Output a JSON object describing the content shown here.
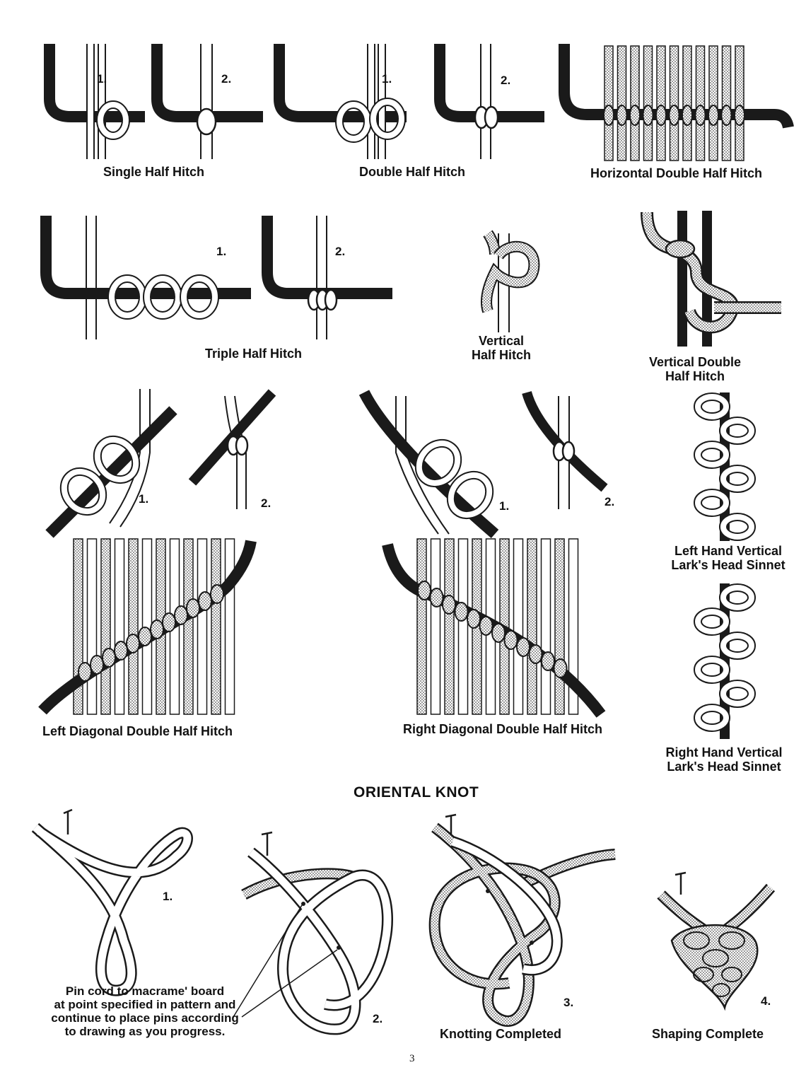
{
  "page_number": "3",
  "colors": {
    "ink": "#1a1a1a",
    "paper": "#ffffff",
    "shade": "#bdbdbd"
  },
  "half_hitches": {
    "single": {
      "label": "Single Half Hitch",
      "steps": [
        "1.",
        "2."
      ]
    },
    "double": {
      "label": "Double Half Hitch",
      "steps": [
        "1.",
        "2."
      ]
    },
    "horizontal_double": {
      "label": "Horizontal Double Half Hitch"
    },
    "triple": {
      "label": "Triple Half Hitch",
      "steps": [
        "1.",
        "2."
      ]
    },
    "vertical": {
      "label_lines": [
        "Vertical",
        "Half Hitch"
      ]
    },
    "vertical_double": {
      "label_lines": [
        "Vertical Double",
        "Half Hitch"
      ]
    }
  },
  "diagonal": {
    "left_steps": [
      "1.",
      "2."
    ],
    "right_steps": [
      "1.",
      "2."
    ],
    "left_label": "Left Diagonal Double Half Hitch",
    "right_label": "Right Diagonal Double Half Hitch"
  },
  "sinnets": {
    "left_hand": {
      "label_lines": [
        "Left Hand Vertical",
        "Lark's Head Sinnet"
      ]
    },
    "right_hand": {
      "label_lines": [
        "Right Hand Vertical",
        "Lark's Head Sinnet"
      ]
    }
  },
  "oriental_knot": {
    "title": "ORIENTAL KNOT",
    "steps": [
      "1.",
      "2.",
      "3.",
      "4."
    ],
    "note_lines": [
      "Pin cord to macrame' board",
      "at point specified in pattern and",
      "continue to place pins according",
      "to drawing as you progress."
    ],
    "knotting_label": "Knotting Completed",
    "shaping_label": "Shaping Complete"
  }
}
